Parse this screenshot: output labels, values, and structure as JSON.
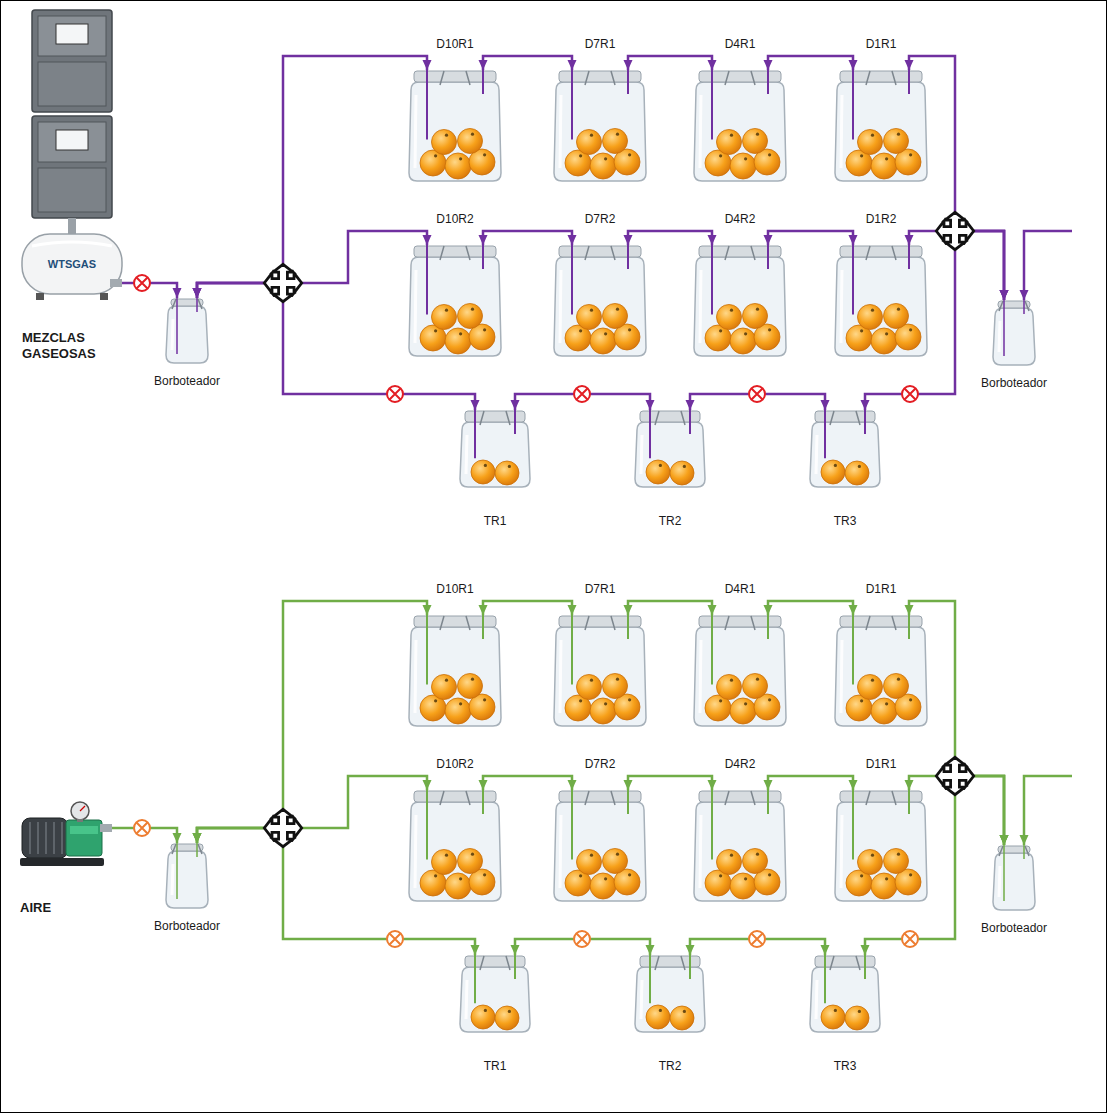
{
  "diagram": {
    "nodes": [
      {
        "text": [
          "MEZCLAS GASEOSAS"
        ]
      },
      {
        "text": [
          "Borboteador"
        ]
      },
      {
        "text": [
          "D10R1"
        ]
      },
      {
        "text": [
          "D7R1"
        ]
      },
      {
        "text": [
          "D4R1"
        ]
      },
      {
        "text": [
          "D1R1"
        ]
      },
      {
        "text": [
          "D10R2"
        ]
      },
      {
        "text": [
          "D7R2"
        ]
      },
      {
        "text": [
          "D4R2"
        ]
      },
      {
        "text": [
          "D1R2"
        ]
      },
      {
        "text": [
          "TR1"
        ]
      },
      {
        "text": [
          "TR2"
        ]
      },
      {
        "text": [
          "TR3"
        ]
      },
      {
        "text": [
          "Borboteador"
        ]
      },
      {
        "text": [
          "AIRE"
        ]
      },
      {
        "text": [
          "Borboteador"
        ]
      },
      {
        "text": [
          "D10R1"
        ]
      },
      {
        "text": [
          "D7R1"
        ]
      },
      {
        "text": [
          "D4R1"
        ]
      },
      {
        "text": [
          "D1R1"
        ]
      },
      {
        "text": [
          "D10R2"
        ]
      },
      {
        "text": [
          "D7R2"
        ]
      },
      {
        "text": [
          "D4R2"
        ]
      },
      {
        "text": [
          "D1R1"
        ]
      },
      {
        "text": [
          "TR1"
        ]
      },
      {
        "text": [
          "TR2"
        ]
      },
      {
        "text": [
          "TR3"
        ]
      },
      {
        "text": [
          "Borboteador"
        ]
      }
    ],
    "edges": [
      {
        "from": 0,
        "to": 1,
        "arrow": "to"
      },
      {
        "from": 1,
        "to": 2,
        "arrow": "both"
      },
      {
        "from": 1,
        "to": 6,
        "arrow": "both"
      },
      {
        "from": 1,
        "to": 10,
        "arrow": "both"
      },
      {
        "from": 2,
        "to": 3,
        "arrow": "both"
      },
      {
        "from": 3,
        "to": 4,
        "arrow": "both"
      },
      {
        "from": 4,
        "to": 5,
        "arrow": "both"
      },
      {
        "from": 6,
        "to": 7,
        "arrow": "both"
      },
      {
        "from": 7,
        "to": 8,
        "arrow": "both"
      },
      {
        "from": 8,
        "to": 9,
        "arrow": "both"
      },
      {
        "from": 10,
        "to": 11,
        "arrow": "both"
      },
      {
        "from": 11,
        "to": 12,
        "arrow": "both"
      },
      {
        "from": 5,
        "to": 13,
        "arrow": "both"
      },
      {
        "from": 9,
        "to": 13,
        "arrow": "both"
      },
      {
        "from": 12,
        "to": 13,
        "arrow": "both"
      },
      {
        "from": 14,
        "to": 15,
        "arrow": "to"
      },
      {
        "from": 15,
        "to": 16,
        "arrow": "both"
      },
      {
        "from": 15,
        "to": 20,
        "arrow": "both"
      },
      {
        "from": 15,
        "to": 24,
        "arrow": "both"
      },
      {
        "from": 16,
        "to": 17,
        "arrow": "both"
      },
      {
        "from": 17,
        "to": 18,
        "arrow": "both"
      },
      {
        "from": 18,
        "to": 19,
        "arrow": "both"
      },
      {
        "from": 20,
        "to": 21,
        "arrow": "both"
      },
      {
        "from": 21,
        "to": 22,
        "arrow": "both"
      },
      {
        "from": 22,
        "to": 23,
        "arrow": "both"
      },
      {
        "from": 24,
        "to": 25,
        "arrow": "both"
      },
      {
        "from": 25,
        "to": 26,
        "arrow": "both"
      },
      {
        "from": 19,
        "to": 27,
        "arrow": "both"
      },
      {
        "from": 23,
        "to": 27,
        "arrow": "both"
      },
      {
        "from": 26,
        "to": 27,
        "arrow": "both"
      }
    ],
    "labels": [
      "WTSGAS"
    ]
  }
}
